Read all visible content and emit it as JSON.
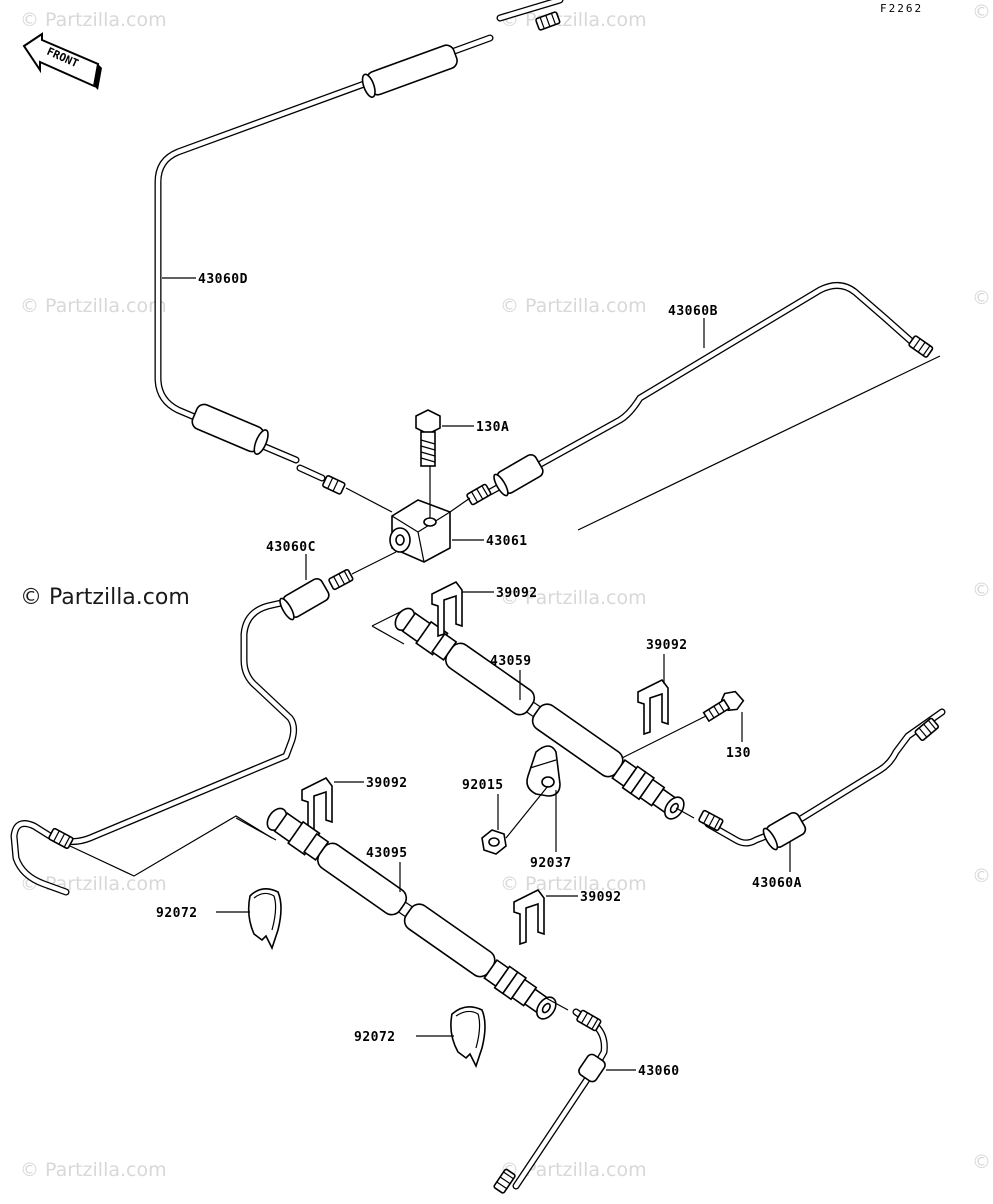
{
  "figure_code": "F2262",
  "front_label": "FRONT",
  "watermark": "© Partzilla.com",
  "watermark_main": "© Partzilla.com",
  "labels": {
    "p43060D": "43060D",
    "p43060B": "43060B",
    "p130A": "130A",
    "p43061": "43061",
    "p43060C": "43060C",
    "p39092_a": "39092",
    "p43059": "43059",
    "p39092_b": "39092",
    "p130": "130",
    "p92015": "92015",
    "p92037": "92037",
    "p43060A": "43060A",
    "p39092_c": "39092",
    "p43095": "43095",
    "p39092_d": "39092",
    "p92072_a": "92072",
    "p92072_b": "92072",
    "p43060": "43060"
  }
}
